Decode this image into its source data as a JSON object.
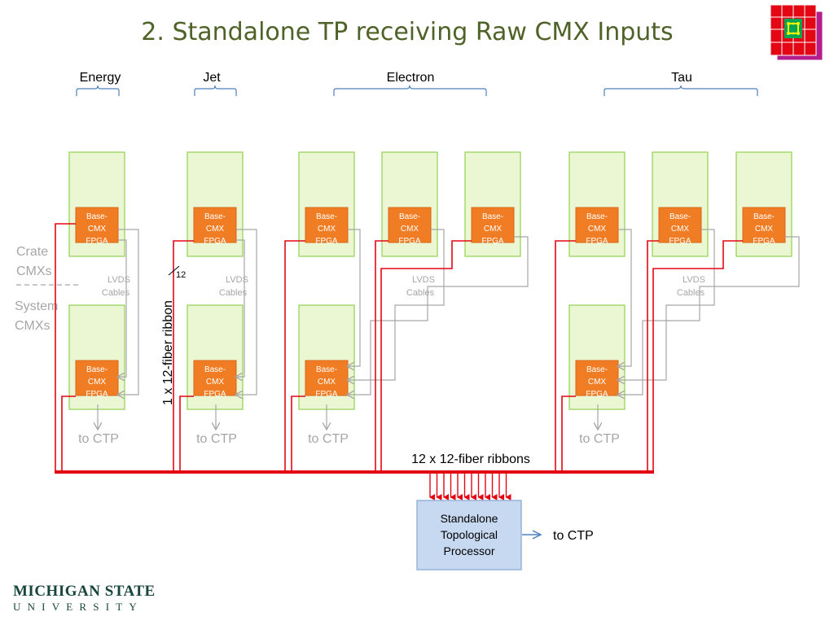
{
  "slide": {
    "title": "2. Standalone TP receiving Raw CMX Inputs"
  },
  "groups": {
    "energy": "Energy",
    "jet": "Jet",
    "electron": "Electron",
    "tau": "Tau"
  },
  "side_labels": {
    "crate_line1": "Crate",
    "crate_line2": "CMXs",
    "system_line1": "System",
    "system_line2": "CMXs"
  },
  "fpga": {
    "line1": "Base-",
    "line2": "CMX",
    "line3": "FPGA"
  },
  "cables": {
    "line1": "LVDS",
    "line2": "Cables"
  },
  "labels": {
    "to_ctp": "to CTP",
    "single_ribbon": "1 x 12-fiber ribbon",
    "fiber_count": "12",
    "ribbons": "12 x 12-fiber ribbons"
  },
  "processor": {
    "line1": "Standalone",
    "line2": "Topological",
    "line3": "Processor",
    "output": "to CTP"
  },
  "logo": {
    "line1": "MICHIGAN STATE",
    "line2": "UNIVERSITY"
  },
  "colors": {
    "title": "#4f6228",
    "module_fill": "#ebf7d2",
    "module_border": "#92d050",
    "fpga_fill": "#f07d23",
    "fiber": "#e30613",
    "lvds": "#a6a6a6",
    "brace": "#4f81bd",
    "processor_fill": "#c6d9f1",
    "processor_border": "#4f81bd",
    "msu_green": "#18453b"
  }
}
